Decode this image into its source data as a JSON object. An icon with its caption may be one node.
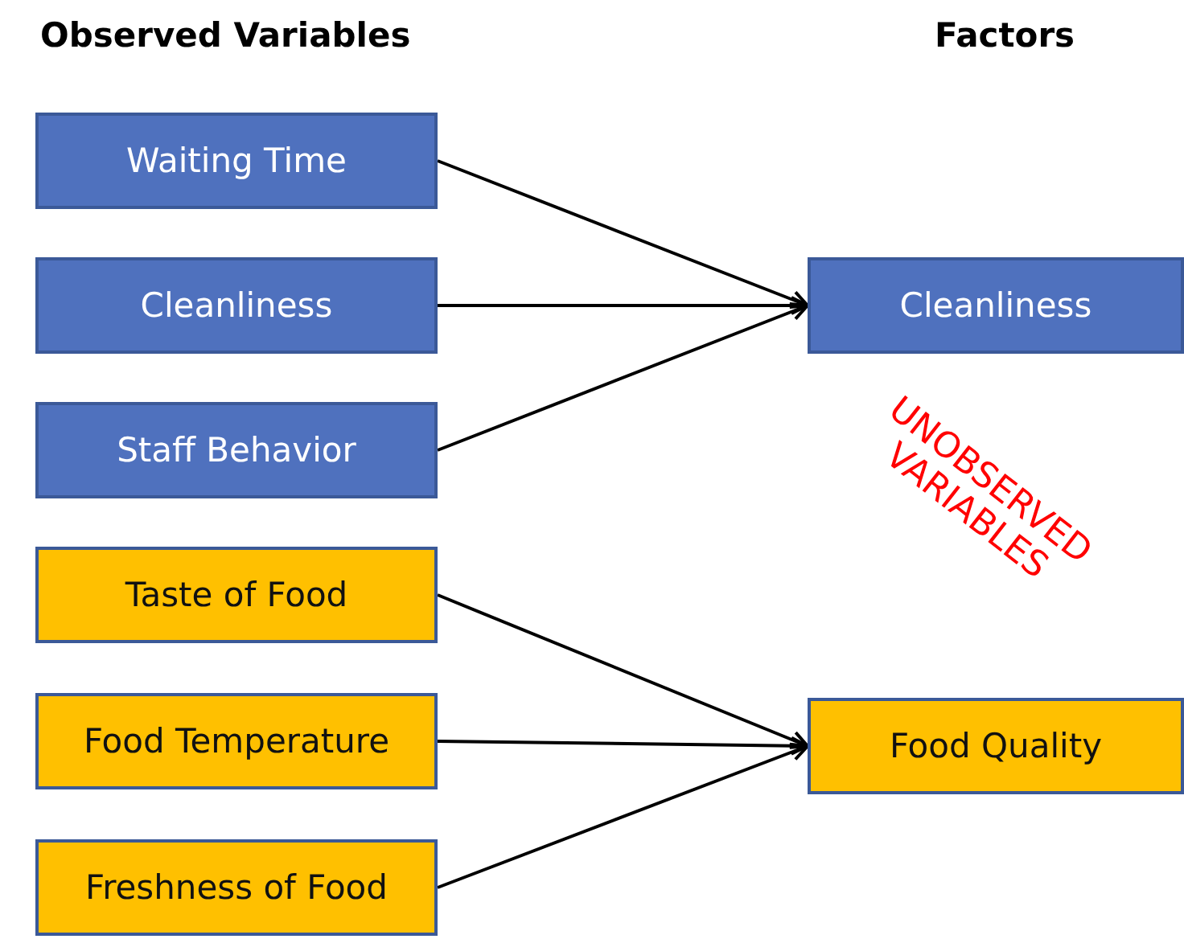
{
  "diagram": {
    "nodes": [
      {
        "text": [
          "Waiting Time"
        ]
      },
      {
        "text": [
          "Cleanliness"
        ]
      },
      {
        "text": [
          "Staff Behavior"
        ]
      },
      {
        "text": [
          "Taste of Food"
        ]
      },
      {
        "text": [
          "Food Temperature"
        ]
      },
      {
        "text": [
          "Freshness of Food"
        ]
      },
      {
        "text": [
          "Cleanliness"
        ]
      },
      {
        "text": [
          "Food Quality"
        ]
      }
    ],
    "edges": [
      {
        "from": 0,
        "to": 6,
        "arrow": "to"
      },
      {
        "from": 1,
        "to": 6,
        "arrow": "to"
      },
      {
        "from": 2,
        "to": 6,
        "arrow": "to"
      },
      {
        "from": 3,
        "to": 7,
        "arrow": "to"
      },
      {
        "from": 4,
        "to": 7,
        "arrow": "to"
      },
      {
        "from": 5,
        "to": 7,
        "arrow": "to"
      }
    ],
    "labels": [
      "Observed Variables",
      "Factors",
      "UNOBSERVED VARIABLES"
    ]
  }
}
